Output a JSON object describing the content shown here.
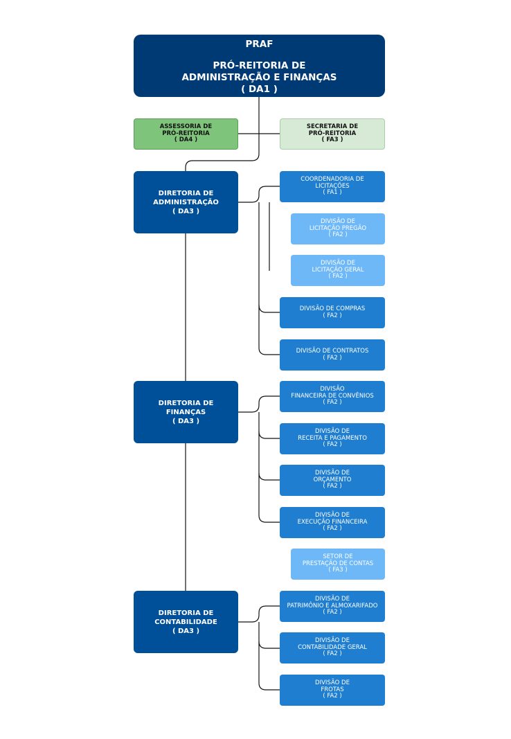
{
  "top": {
    "line1": "PRAF",
    "line2": "PRÓ-REITORIA DE",
    "line3": "ADMINISTRAÇÃO E FINANÇAS",
    "line4": "( DA1 )"
  },
  "assessoria": {
    "line1": "ASSESSORIA DE",
    "line2": "PRÓ-REITORIA",
    "line3": "( DA4 )"
  },
  "secretaria": {
    "line1": "SECRETARIA DE",
    "line2": "PRÓ-REITORIA",
    "line3": "( FA3 )"
  },
  "dir_admin": {
    "line1": "DIRETORIA DE",
    "line2": "ADMINISTRAÇÃO",
    "line3": "( DA3 )"
  },
  "dir_fin": {
    "line1": "DIRETORIA DE",
    "line2": "FINANÇAS",
    "line3": "( DA3 )"
  },
  "dir_cont": {
    "line1": "DIRETORIA DE",
    "line2": "CONTABILIDADE",
    "line3": "( DA3 )"
  },
  "coord_licitacoes": {
    "line1": "COORDENADORIA DE",
    "line2": "LICITAÇÕES",
    "line3": "( FA1 )"
  },
  "div_licitacao_pregao": {
    "line1": "DIVISÃO DE",
    "line2": "LICITAÇÃO PREGÃO",
    "line3": "( FA2 )"
  },
  "div_licitacao_geral": {
    "line1": "DIVISÃO DE",
    "line2": "LICITAÇÃO GERAL",
    "line3": "( FA2 )"
  },
  "div_compras": {
    "line1": "DIVISÃO DE COMPRAS",
    "line2": "( FA2 )"
  },
  "div_contratos": {
    "line1": "DIVISÃO DE CONTRATOS",
    "line2": "( FA2 )"
  },
  "div_convenios": {
    "line1": "DIVISÃO",
    "line2": "FINANCEIRA DE CONVÊNIOS",
    "line3": "( FA2 )"
  },
  "div_receita": {
    "line1": "DIVISÃO DE",
    "line2": "RECEITA E PAGAMENTO",
    "line3": "( FA2 )"
  },
  "div_orcamento": {
    "line1": "DIVISÃO DE",
    "line2": "ORÇAMENTO",
    "line3": "( FA2 )"
  },
  "div_execucao": {
    "line1": "DIVISÃO DE",
    "line2": "EXECUÇÃO FINANCEIRA",
    "line3": "( FA2 )"
  },
  "setor_prestacao": {
    "line1": "SETOR DE",
    "line2": "PRESTAÇÃO DE CONTAS",
    "line3": "( FA3 )"
  },
  "div_patrimonio": {
    "line1": "DIVISÃO DE",
    "line2": "PATRIMÔNIO E ALMOXARIFADO",
    "line3": "( FA2 )"
  },
  "div_contabilidade": {
    "line1": "DIVISÃO DE",
    "line2": "CONTABILIDADE GERAL",
    "line3": "( FA2 )"
  },
  "div_frotas": {
    "line1": "DIVISÃO DE",
    "line2": "FROTAS",
    "line3": "( FA2 )"
  }
}
